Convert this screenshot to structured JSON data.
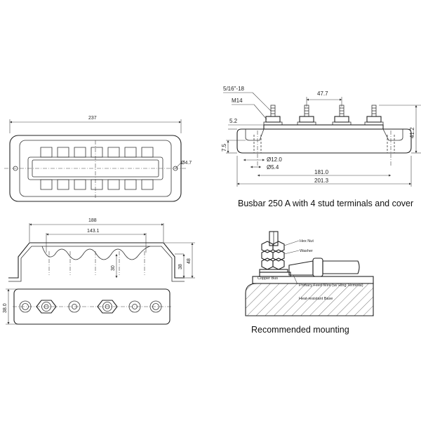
{
  "top_left_view": {
    "width_label": "237",
    "hole_label": "Ø4.7"
  },
  "middle_left_view": {
    "outer_width_label": "188",
    "inner_width_label": "143.1",
    "height_outer_label": "48",
    "height_mid_label": "38",
    "height_inner_label": "30"
  },
  "bottom_left_view": {
    "height_label": "38.0"
  },
  "top_right_view": {
    "thread_label": "5/16\"-18",
    "stud_label": "M14",
    "pitch_label": "47.7",
    "left_offset_label": "5.2",
    "base_height_label": "7.5",
    "total_height_label": "41.2",
    "inner_dia_label": "Ø12.0",
    "hole_dia_label": "Ø5.4",
    "inner_len_label": "181.0",
    "outer_len_label": "201.3",
    "caption": "Busbar 250 A with 4 stud terminals and cover"
  },
  "bottom_right_view": {
    "hex_nut_label": "Hex Nut",
    "washer_label": "Washer",
    "copper_bus_label": "Copper Bus",
    "feed_wire_label": "Primary Feed Wire (w/ Ring Terminal)",
    "base_label": "Heat-resistant Base",
    "caption": "Recommended mounting"
  }
}
